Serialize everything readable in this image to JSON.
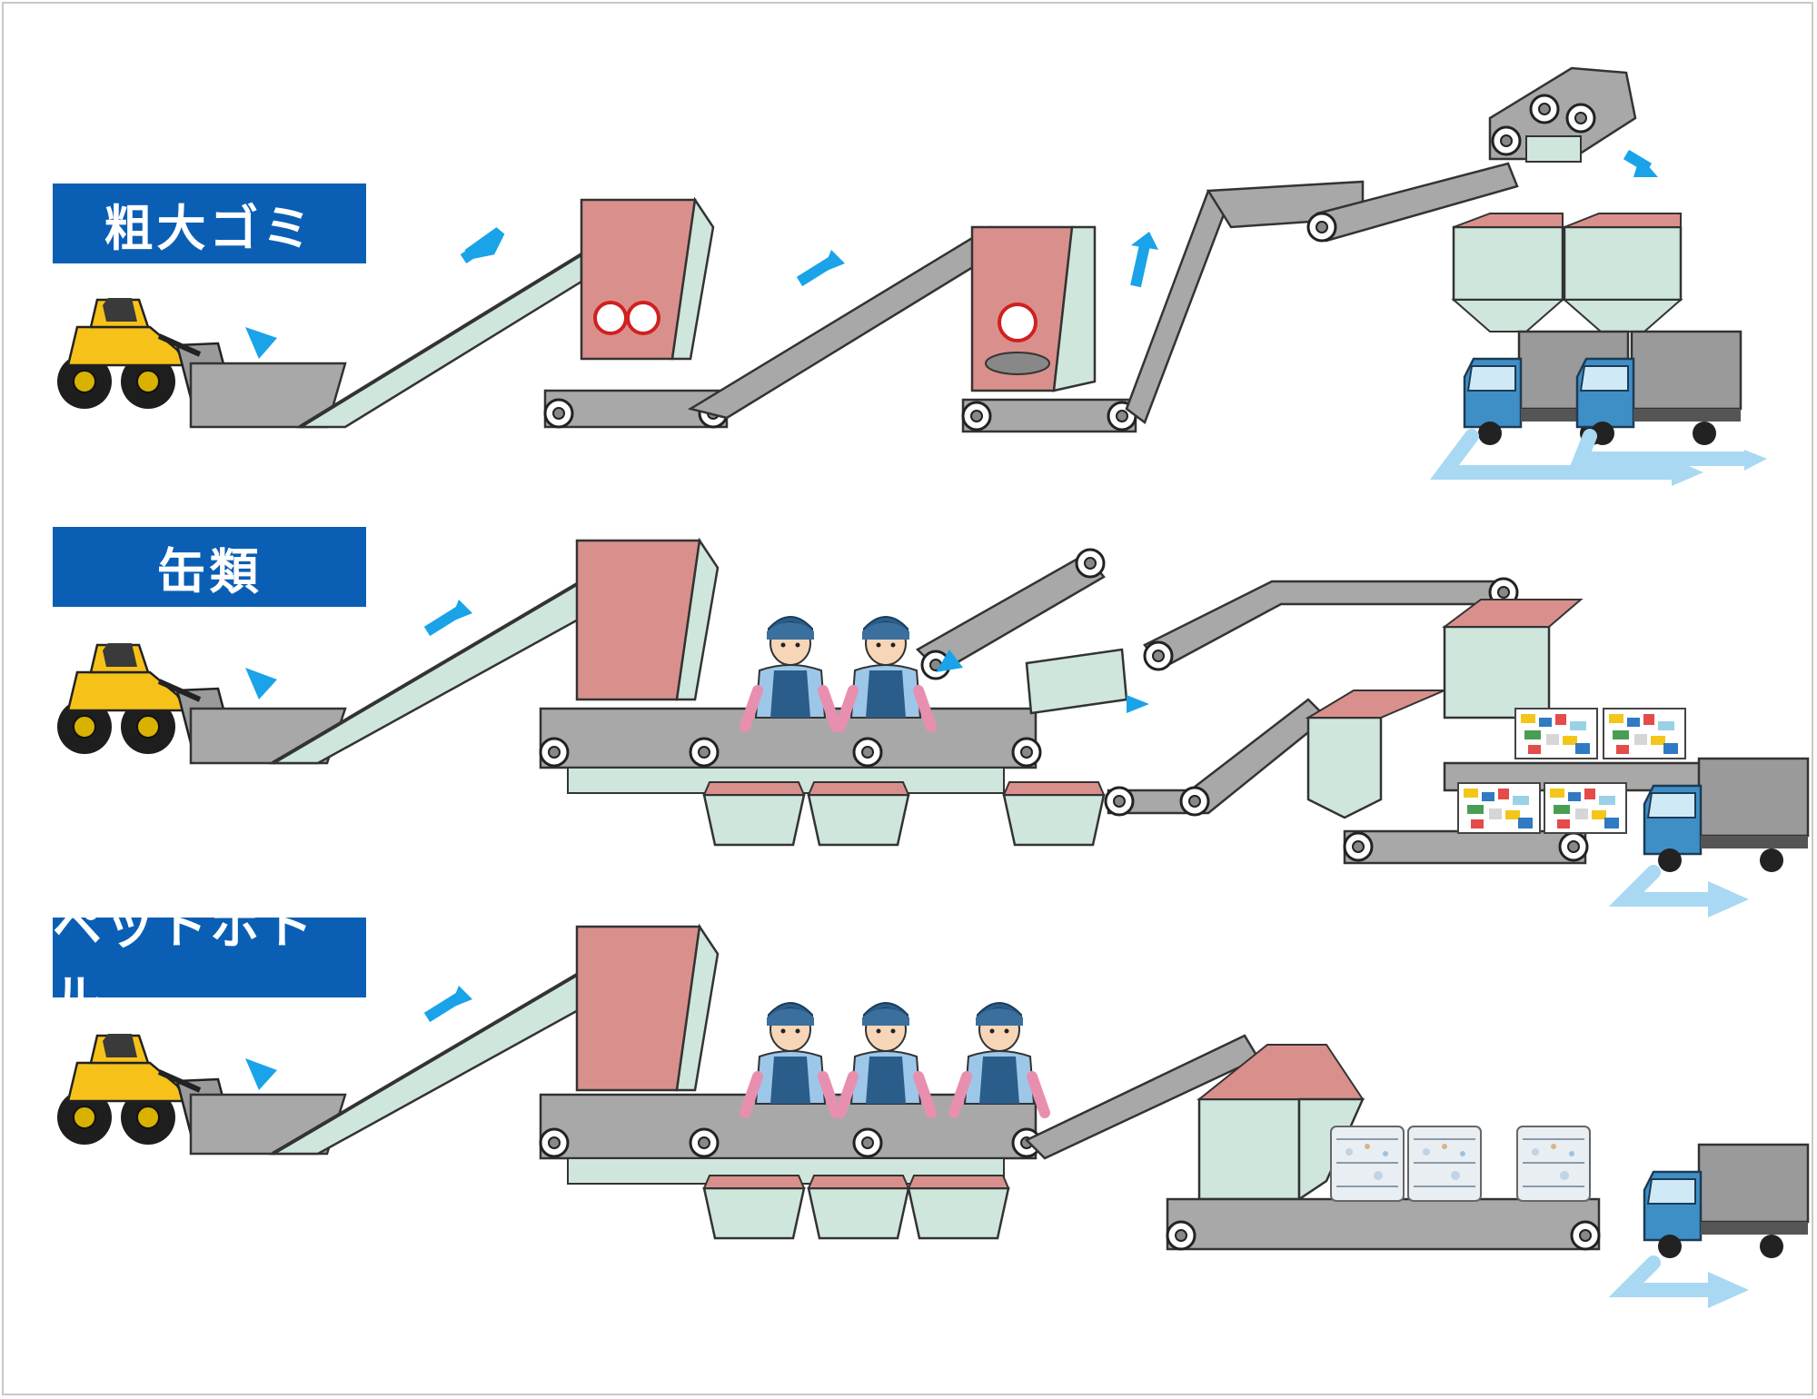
{
  "sections": [
    {
      "label": "粗大ゴミ"
    },
    {
      "label": "缶類"
    },
    {
      "label": "ペットボトル"
    }
  ],
  "colors": {
    "label_bg": "#0a5fb4",
    "label_text": "#ffffff",
    "machine_gray": "#a8a8a8",
    "machine_green": "#cfe6dc",
    "hopper_red": "#d9908c",
    "arrow_blue": "#1aa3e8",
    "route_blue": "#a9d8f3",
    "truck_blue": "#3f8fc7",
    "loader_yellow": "#f6c21a"
  },
  "icons": [
    "wheel-loader-icon",
    "truck-icon",
    "worker-icon",
    "flow-arrow-icon",
    "conveyor-roller-icon"
  ]
}
